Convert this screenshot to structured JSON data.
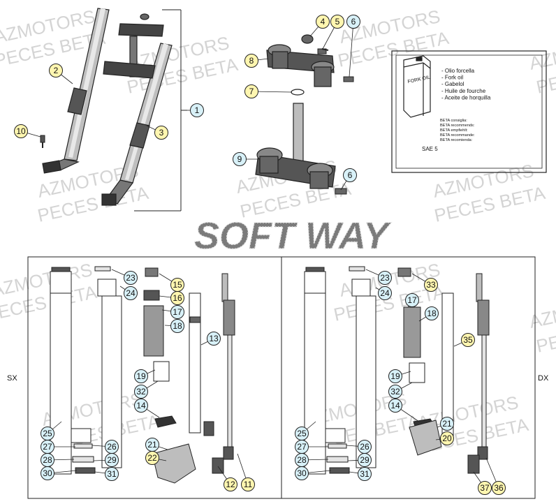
{
  "watermarks": [
    "AZMOTORS",
    "PECES BETA"
  ],
  "logo_text": "SOFT WAY",
  "sides": {
    "left": "SX",
    "right": "DX"
  },
  "oil_box": {
    "can_label": "FORK OIL",
    "names": [
      "- Olio forcella",
      "- Fork oil",
      "- Gabelol",
      "- Huile de fourche",
      "- Aceite de horquilla"
    ],
    "recommend": [
      "BETA consiglia:",
      "BETA recommends:",
      "BETA empfiehlt:",
      "BETA recommande:",
      "BETA recomienda:"
    ],
    "grade": "SAE 5"
  },
  "colors": {
    "callout_yellow": "#fff6b0",
    "callout_blue": "#d8f1f8",
    "line": "#222222",
    "watermark": "#d4d4d4"
  },
  "callouts_top": [
    {
      "n": "1",
      "c": "blue"
    },
    {
      "n": "2",
      "c": "yellow"
    },
    {
      "n": "3",
      "c": "yellow"
    },
    {
      "n": "4",
      "c": "yellow"
    },
    {
      "n": "5",
      "c": "yellow"
    },
    {
      "n": "6",
      "c": "blue"
    },
    {
      "n": "7",
      "c": "yellow"
    },
    {
      "n": "8",
      "c": "yellow"
    },
    {
      "n": "9",
      "c": "blue"
    },
    {
      "n": "6",
      "c": "blue"
    },
    {
      "n": "10",
      "c": "yellow"
    }
  ],
  "callouts_left": [
    {
      "n": "23",
      "c": "blue"
    },
    {
      "n": "24",
      "c": "blue"
    },
    {
      "n": "15",
      "c": "yellow"
    },
    {
      "n": "16",
      "c": "yellow"
    },
    {
      "n": "17",
      "c": "blue"
    },
    {
      "n": "18",
      "c": "blue"
    },
    {
      "n": "13",
      "c": "blue"
    },
    {
      "n": "19",
      "c": "blue"
    },
    {
      "n": "32",
      "c": "blue"
    },
    {
      "n": "14",
      "c": "blue"
    },
    {
      "n": "25",
      "c": "blue"
    },
    {
      "n": "27",
      "c": "blue"
    },
    {
      "n": "26",
      "c": "blue"
    },
    {
      "n": "28",
      "c": "blue"
    },
    {
      "n": "29",
      "c": "blue"
    },
    {
      "n": "30",
      "c": "blue"
    },
    {
      "n": "31",
      "c": "blue"
    },
    {
      "n": "21",
      "c": "blue"
    },
    {
      "n": "22",
      "c": "yellow"
    },
    {
      "n": "12",
      "c": "yellow"
    },
    {
      "n": "11",
      "c": "yellow"
    }
  ],
  "callouts_right": [
    {
      "n": "23",
      "c": "blue"
    },
    {
      "n": "24",
      "c": "blue"
    },
    {
      "n": "33",
      "c": "yellow"
    },
    {
      "n": "17",
      "c": "blue"
    },
    {
      "n": "18",
      "c": "blue"
    },
    {
      "n": "35",
      "c": "yellow"
    },
    {
      "n": "19",
      "c": "blue"
    },
    {
      "n": "32",
      "c": "blue"
    },
    {
      "n": "14",
      "c": "blue"
    },
    {
      "n": "21",
      "c": "blue"
    },
    {
      "n": "20",
      "c": "yellow"
    },
    {
      "n": "25",
      "c": "blue"
    },
    {
      "n": "27",
      "c": "blue"
    },
    {
      "n": "26",
      "c": "blue"
    },
    {
      "n": "28",
      "c": "blue"
    },
    {
      "n": "29",
      "c": "blue"
    },
    {
      "n": "30",
      "c": "blue"
    },
    {
      "n": "31",
      "c": "blue"
    },
    {
      "n": "37",
      "c": "yellow"
    },
    {
      "n": "36",
      "c": "yellow"
    }
  ]
}
